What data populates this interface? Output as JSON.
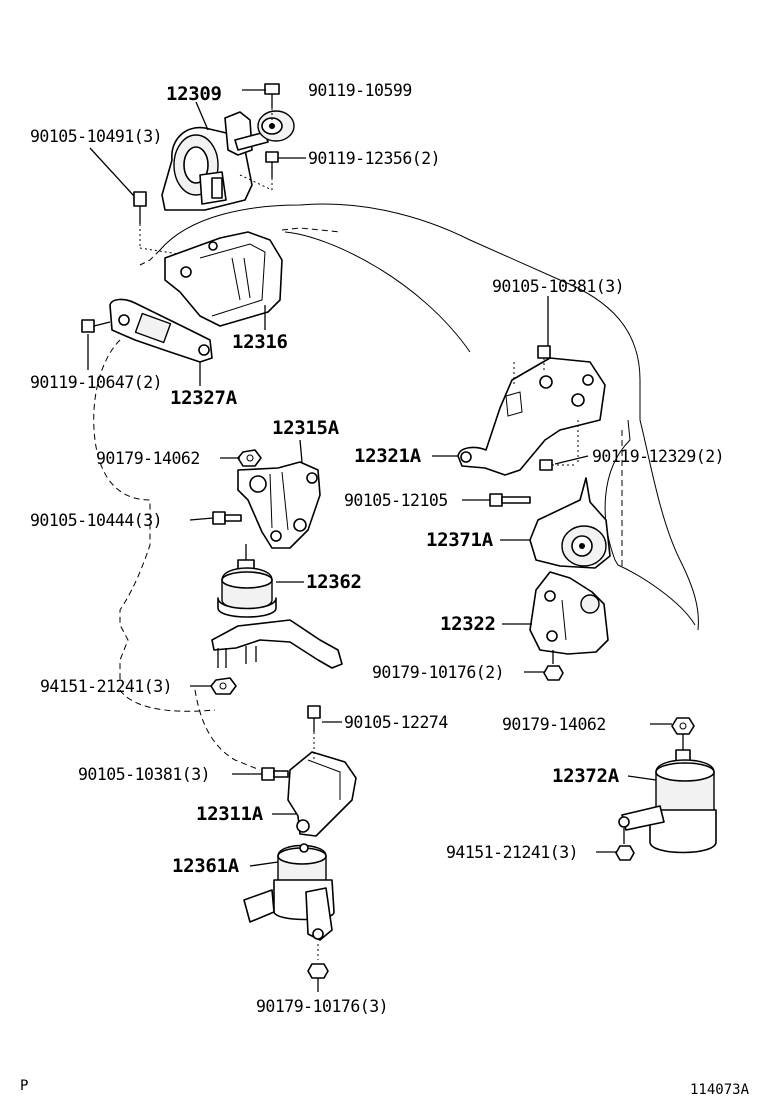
{
  "diagram": {
    "labels": {
      "p12309": "12309",
      "p90119_10599": "90119-10599",
      "p90105_10491": "90105-10491(3)",
      "p90119_12356": "90119-12356(2)",
      "p12316": "12316",
      "p90119_10647": "90119-10647(2)",
      "p12327A": "12327A",
      "p90105_10381_top": "90105-10381(3)",
      "p12315A": "12315A",
      "p90179_14062_left": "90179-14062",
      "p12321A": "12321A",
      "p90119_12329": "90119-12329(2)",
      "p90105_12105": "90105-12105",
      "p90105_10444": "90105-10444(3)",
      "p12371A": "12371A",
      "p12362": "12362",
      "p12322": "12322",
      "p90179_10176_2": "90179-10176(2)",
      "p94151_21241_left": "94151-21241(3)",
      "p90105_12274": "90105-12274",
      "p90179_14062_right": "90179-14062",
      "p90105_10381_mid": "90105-10381(3)",
      "p12372A": "12372A",
      "p12311A": "12311A",
      "p94151_21241_right": "94151-21241(3)",
      "p12361A": "12361A",
      "p90179_10176_3": "90179-10176(3)"
    },
    "footer_left": "P",
    "footer_right": "114073A"
  }
}
